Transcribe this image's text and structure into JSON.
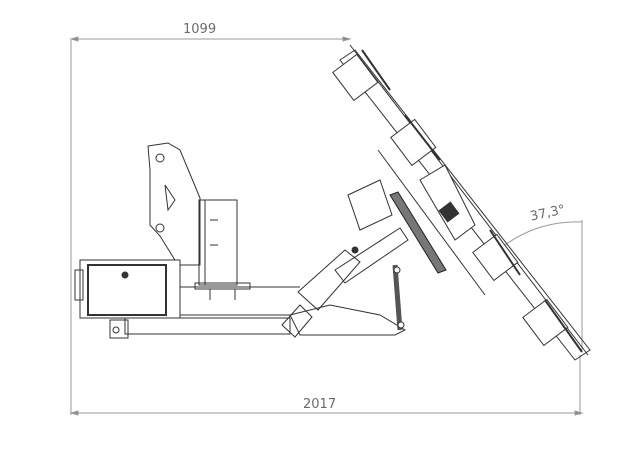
{
  "drawing": {
    "type": "technical side-view drawing",
    "background": "#ffffff",
    "line_color": "#333333",
    "dim_color": "#8a8a8a"
  },
  "dimensions": {
    "top_width": {
      "label": "1099"
    },
    "bottom_width": {
      "label": "2017"
    },
    "tilt_angle": {
      "label": "37,3°"
    }
  }
}
